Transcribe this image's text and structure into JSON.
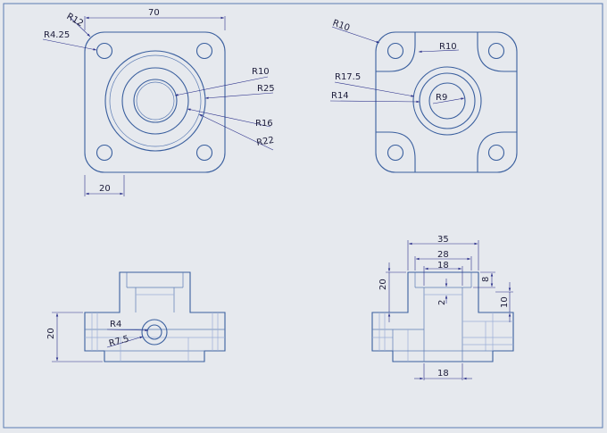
{
  "drawing": {
    "colors": {
      "background": "#e6e9ee",
      "part_line": "#3a5f9e",
      "dimension_line": "#2a2f8a",
      "text": "#1c1c3a"
    },
    "top_left_view": {
      "r12": "R12",
      "width_70": "70",
      "r4_25": "R4.25",
      "r10": "R10",
      "r25": "R25",
      "r16": "R16",
      "r22": "R22",
      "offset_20": "20"
    },
    "top_right_view": {
      "r10_corner": "R10",
      "r10_fillet": "R10",
      "r17_5": "R17.5",
      "r14": "R14",
      "r9": "R9"
    },
    "bottom_left_view": {
      "height_20": "20",
      "r4": "R4",
      "r7_5": "R7.5"
    },
    "bottom_right_view": {
      "width_35": "35",
      "width_28": "28",
      "width_18_top": "18",
      "height_20": "20",
      "depth_8": "8",
      "depth_2": "2",
      "height_10": "10",
      "width_18_bottom": "18"
    }
  }
}
